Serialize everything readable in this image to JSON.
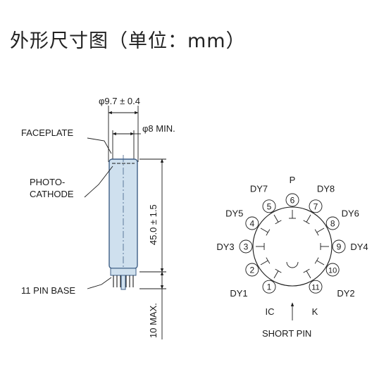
{
  "title": "外形尺寸图（单位：mm）",
  "dimensions": {
    "diameter": "φ9.7 ± 0.4",
    "window": "φ8 MIN.",
    "length": "45.0 ± 1.5",
    "pin_length": "10 MAX."
  },
  "labels": {
    "faceplate": "FACEPLATE",
    "photocathode_line1": "PHOTO-",
    "photocathode_line2": "CATHODE",
    "pin_base": "11 PIN BASE",
    "short_pin": "SHORT PIN"
  },
  "pins": [
    {
      "num": "1",
      "name": "IC"
    },
    {
      "num": "2",
      "name": "DY1"
    },
    {
      "num": "3",
      "name": "DY3"
    },
    {
      "num": "4",
      "name": "DY5"
    },
    {
      "num": "5",
      "name": "DY7"
    },
    {
      "num": "6",
      "name": "P"
    },
    {
      "num": "7",
      "name": "DY8"
    },
    {
      "num": "8",
      "name": "DY6"
    },
    {
      "num": "9",
      "name": "DY4"
    },
    {
      "num": "10",
      "name": "DY2"
    },
    {
      "num": "11",
      "name": "K"
    }
  ],
  "colors": {
    "tube_fill": "#cfe0ee",
    "tube_stroke": "#3f5f86",
    "line": "#1a1a1a"
  }
}
